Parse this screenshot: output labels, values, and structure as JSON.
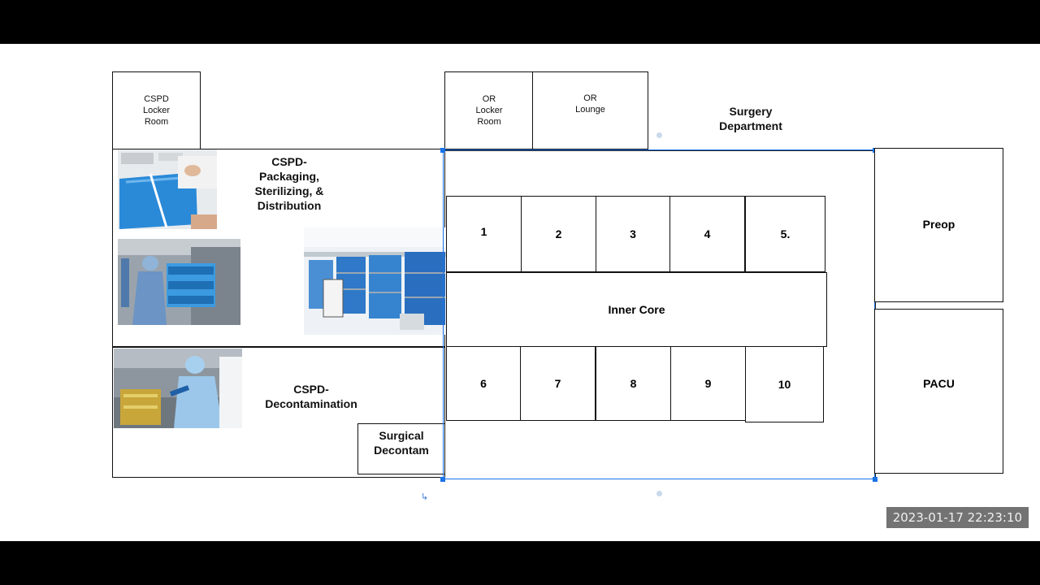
{
  "labels": {
    "cspd_locker": "CSPD\nLocker\nRoom",
    "or_locker": "OR\nLocker\nRoom",
    "or_lounge": "OR\nLounge",
    "surgery_dept": "Surgery\nDepartment",
    "cspd_packaging": "CSPD-\nPackaging,\nSterilizing, &\nDistribution",
    "cspd_decon": "CSPD-\nDecontamination",
    "surgical_decon": "Surgical\nDecontam",
    "inner_core": "Inner Core",
    "preop": "Preop",
    "pacu": "PACU"
  },
  "or_rooms_top": [
    "1",
    "2",
    "3",
    "4",
    "5."
  ],
  "or_rooms_bottom": [
    "6",
    "7",
    "8",
    "9",
    "10"
  ],
  "timestamp": "2023-01-17  22:23:10",
  "colors": {
    "selection": "#1a73e8",
    "wrap_blue": "#2a8ad8"
  }
}
